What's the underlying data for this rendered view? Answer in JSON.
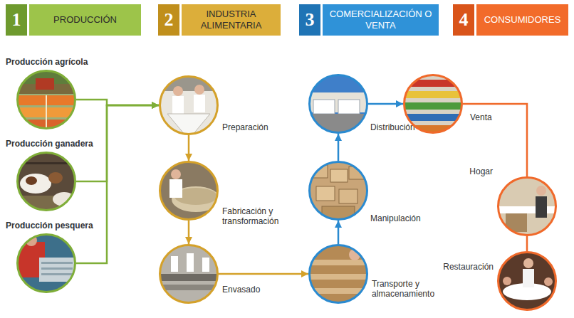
{
  "diagram": {
    "nodes": [
      {
        "text": [
          "1",
          "PRODUCCIÓN"
        ]
      },
      {
        "text": [
          "2",
          "INDUSTRIA ALIMENTARIA"
        ]
      },
      {
        "text": [
          "3",
          "COMERCIALIZACIÓN O VENTA"
        ]
      },
      {
        "text": [
          "4",
          "CONSUMIDORES"
        ]
      },
      {
        "text": [
          "Producción agrícola"
        ]
      },
      {
        "text": [
          "Producción ganadera"
        ]
      },
      {
        "text": [
          "Producción pesquera"
        ]
      },
      {
        "text": [
          "Preparación"
        ]
      },
      {
        "text": [
          "Fabricación y transformación"
        ]
      },
      {
        "text": [
          "Envasado"
        ]
      },
      {
        "text": [
          "Distribución"
        ]
      },
      {
        "text": [
          "Manipulación"
        ]
      },
      {
        "text": [
          "Transporte y almacenamiento"
        ]
      },
      {
        "text": [
          "Venta"
        ]
      },
      {
        "text": [
          "Hogar"
        ]
      },
      {
        "text": [
          "Restauración"
        ]
      }
    ],
    "edges": [
      {
        "from": 4,
        "to": 7,
        "arrow": "to"
      },
      {
        "from": 5,
        "to": 7,
        "arrow": "to"
      },
      {
        "from": 6,
        "to": 7,
        "arrow": "to"
      },
      {
        "from": 7,
        "to": 8,
        "arrow": "to"
      },
      {
        "from": 8,
        "to": 9,
        "arrow": "to"
      },
      {
        "from": 9,
        "to": 12,
        "arrow": "to"
      },
      {
        "from": 12,
        "to": 11,
        "arrow": "to"
      },
      {
        "from": 11,
        "to": 10,
        "arrow": "to"
      },
      {
        "from": 10,
        "to": 13,
        "arrow": "to"
      },
      {
        "from": 13,
        "to": 14,
        "arrow": "none"
      },
      {
        "from": 14,
        "to": 15,
        "arrow": "none"
      }
    ]
  }
}
